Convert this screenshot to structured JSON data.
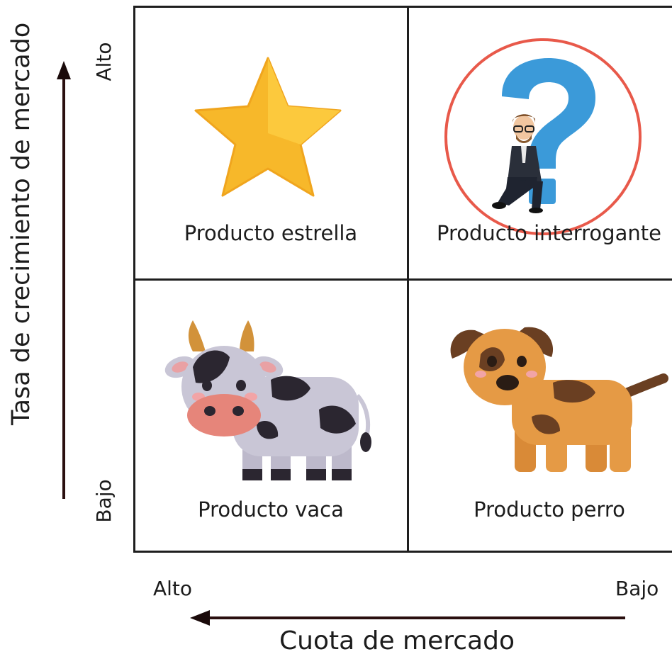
{
  "quadrants": {
    "star": {
      "label": "Producto estrella",
      "icon": "star-icon"
    },
    "question": {
      "label": "Producto interrogante",
      "icon": "question-mark-icon"
    },
    "cow": {
      "label": "Producto vaca",
      "icon": "cow-icon"
    },
    "dog": {
      "label": "Producto perro",
      "icon": "dog-icon"
    }
  },
  "y_axis": {
    "title": "Tasa de crecimiento de mercado",
    "high": "Alto",
    "low": "Bajo"
  },
  "x_axis": {
    "title": "Cuota de mercado",
    "high": "Alto",
    "low": "Bajo"
  },
  "colors": {
    "star": "#f7b82a",
    "question": "#3b9ad9",
    "highlight_circle": "#e8594a",
    "cow_body": "#c9c6d6",
    "cow_spots": "#2b2630",
    "dog_body": "#e59a45",
    "dog_spots": "#6a3f22"
  }
}
